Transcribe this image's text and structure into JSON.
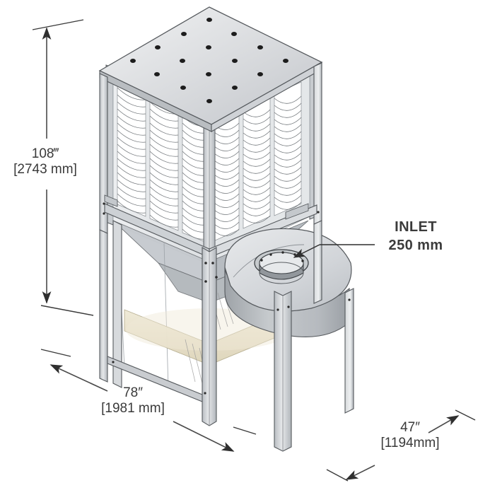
{
  "drawing": {
    "title": "Cartridge Dust Collector Isometric Dimensional Drawing",
    "subject": "dust-collector",
    "background_color": "#ffffff",
    "line_color": "#3a3a3a",
    "metal_light": "#e9eaec",
    "metal_mid": "#c9ccd0",
    "metal_dark": "#a9adb2",
    "dust_tint": "#e8e0c8"
  },
  "dimensions": {
    "height": {
      "name": "overall-height",
      "imperial": "108‴",
      "metric": "[2743 mm]",
      "orientation": "vertical"
    },
    "width": {
      "name": "overall-width",
      "imperial": "78″",
      "metric": "[1981 mm]",
      "orientation": "diagonal-left"
    },
    "depth": {
      "name": "overall-depth",
      "imperial": "47″",
      "metric": "[1194mm]",
      "orientation": "diagonal-right"
    }
  },
  "callouts": {
    "inlet": {
      "name": "inlet-callout",
      "line1": "INLET",
      "line2": "250 mm",
      "color": "#3b3b3b"
    }
  },
  "components": {
    "top_plate": "perforated-top-plate",
    "filters": "filter-cartridge-bank",
    "hopper": "dust-hopper",
    "inlet_flange": "inlet-flange-250mm",
    "volute": "cyclonic-inlet-housing",
    "legs": "support-leg-frame"
  }
}
